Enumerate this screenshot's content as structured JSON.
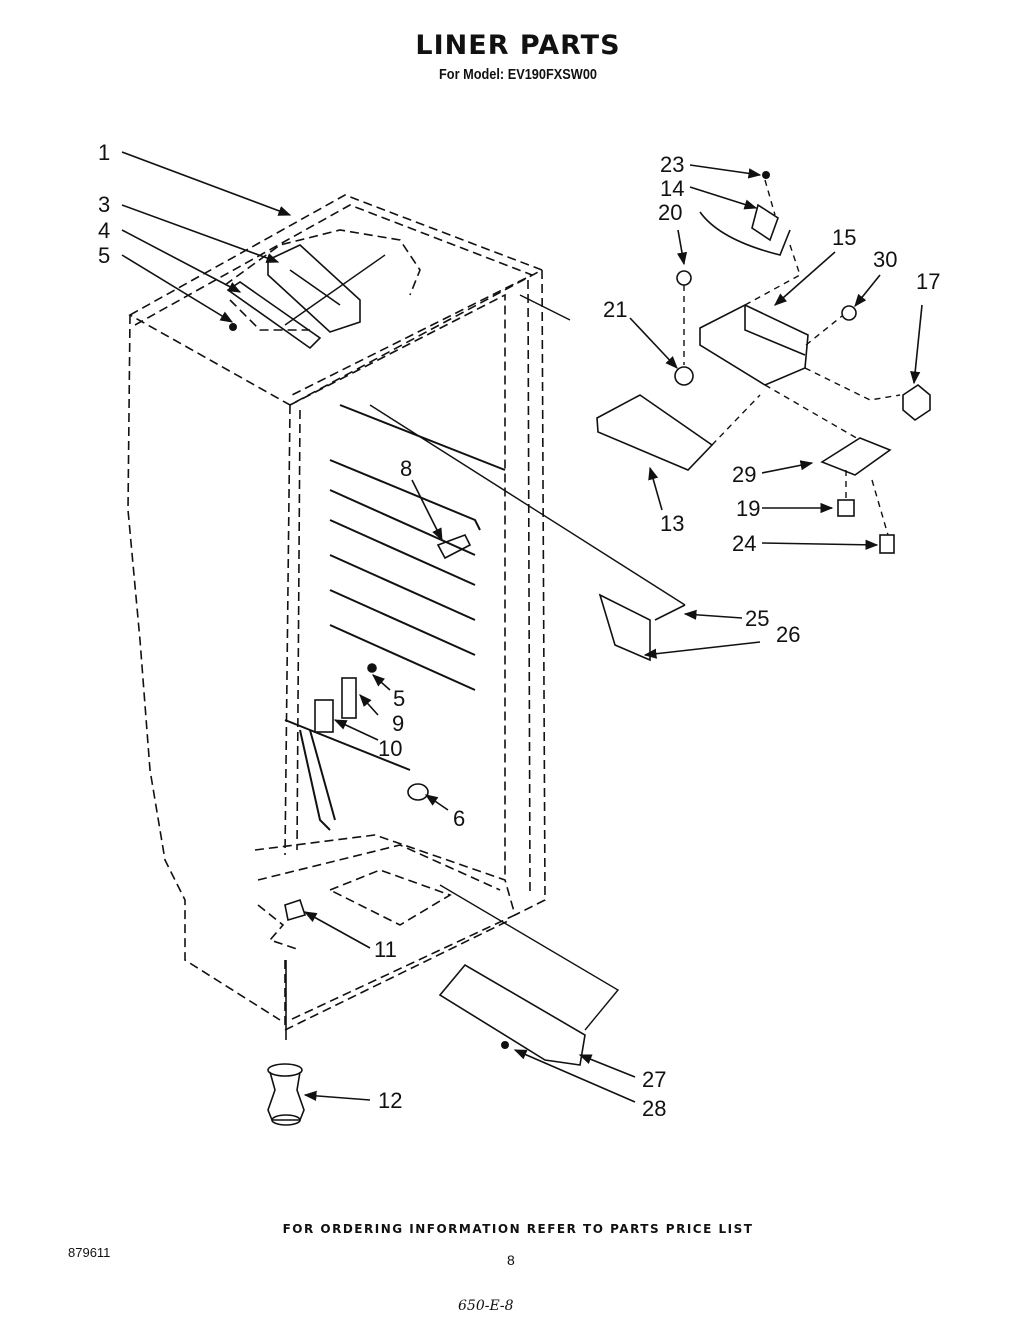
{
  "header": {
    "title": "LINER PARTS",
    "subtitle": "For Model: EV190FXSW00"
  },
  "callouts": [
    "1",
    "3",
    "4",
    "5",
    "8",
    "5",
    "9",
    "10",
    "6",
    "11",
    "12",
    "23",
    "14",
    "20",
    "15",
    "30",
    "17",
    "21",
    "13",
    "29",
    "19",
    "24",
    "25",
    "26",
    "27",
    "28"
  ],
  "footer": {
    "ordering_note": "FOR ORDERING INFORMATION REFER TO PARTS PRICE LIST",
    "document_number": "879611",
    "page_number": "8",
    "handwritten_note": "650-E-8"
  }
}
